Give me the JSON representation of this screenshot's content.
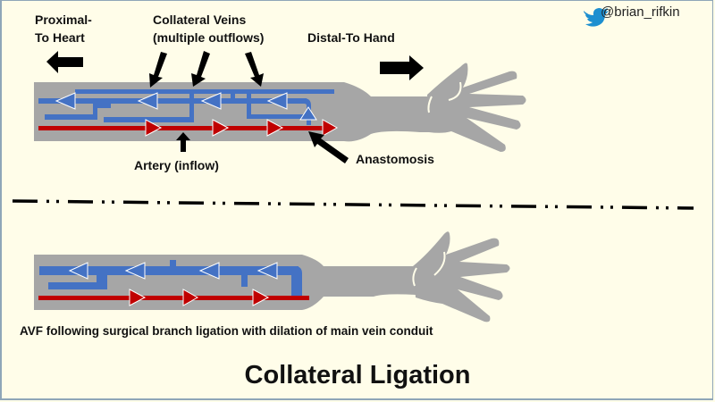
{
  "header": {
    "twitter_icon": "twitter-bird-icon",
    "handle": "@brian_rifkin"
  },
  "top_panel": {
    "proximal_label_line1": "Proximal-",
    "proximal_label_line2": "To Heart",
    "collateral_label_line1": "Collateral Veins",
    "collateral_label_line2": "(multiple outflows)",
    "distal_label": "Distal-To Hand",
    "artery_label": "Artery (inflow)",
    "anastomosis_label": "Anastomosis"
  },
  "bottom_panel": {
    "caption": "AVF following surgical branch ligation with dilation of main vein conduit"
  },
  "title": "Collateral Ligation",
  "colors": {
    "background": "#fffde9",
    "arm": "#a6a6a6",
    "vein": "#4472c4",
    "artery": "#c00000",
    "arrow": "#000000",
    "twitter": "#1d8fd0"
  }
}
